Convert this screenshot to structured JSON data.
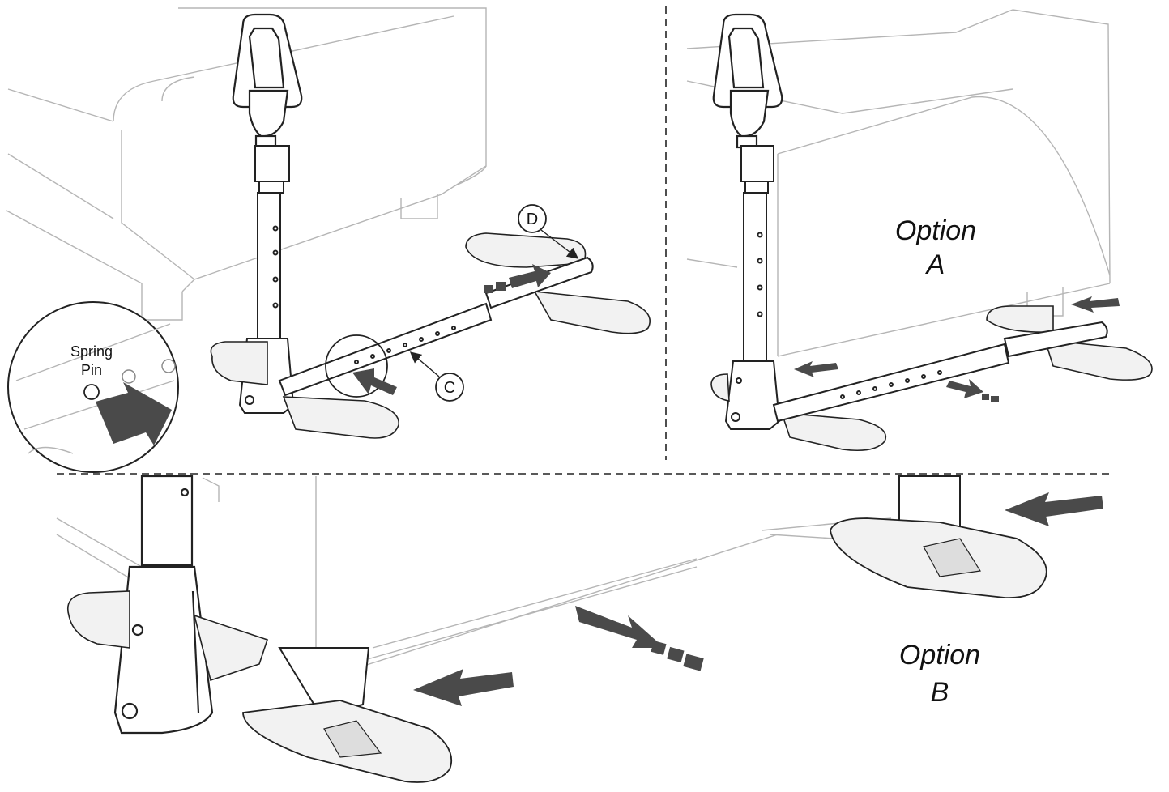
{
  "labels": {
    "callout_d": "D",
    "callout_c": "C",
    "spring_pin_line1": "Spring",
    "spring_pin_line2": "Pin",
    "option_a_line1": "Option",
    "option_a_line2": "A",
    "option_b_line1": "Option",
    "option_b_line2": "B"
  },
  "colors": {
    "line": "#222222",
    "light_line": "#b0b0b0",
    "arrow": "#4a4a4a",
    "pad_fill": "#f2f2f2",
    "divider": "#222222"
  }
}
